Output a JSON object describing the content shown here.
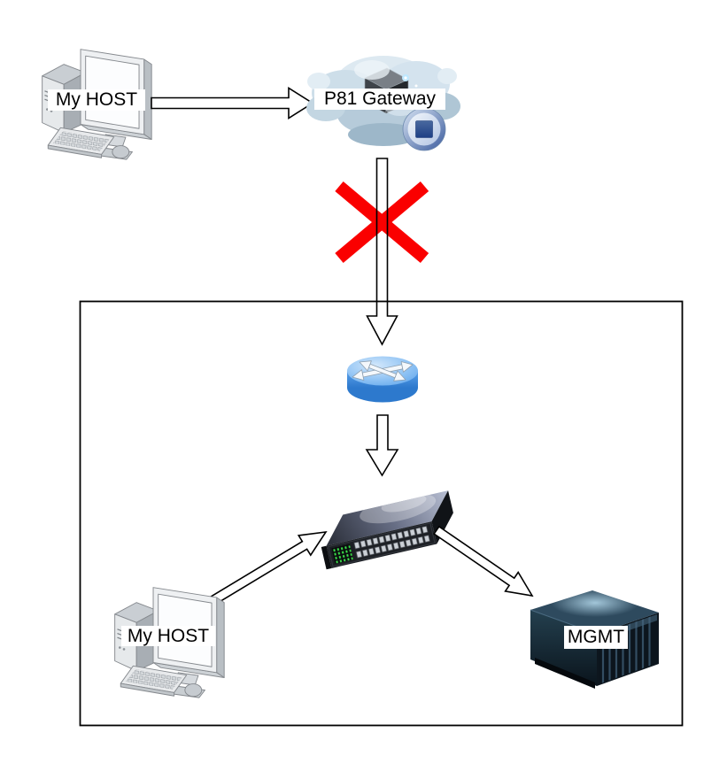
{
  "diagram": {
    "nodes": {
      "host_top": {
        "label": "My HOST",
        "type": "desktop-computer"
      },
      "gateway": {
        "label": "P81 Gateway",
        "type": "cloud-gateway"
      },
      "router": {
        "label": "",
        "type": "router"
      },
      "switch": {
        "label": "",
        "type": "switch-24-port"
      },
      "host_inner": {
        "label": "My HOST",
        "type": "desktop-computer"
      },
      "mgmt_server": {
        "label": "MGMT",
        "type": "rack-server"
      }
    },
    "zone": {
      "type": "boundary-box"
    },
    "connections": [
      {
        "from": "host_top",
        "to": "gateway",
        "status": "ok"
      },
      {
        "from": "gateway",
        "to": "router",
        "status": "blocked"
      },
      {
        "from": "router",
        "to": "switch",
        "status": "ok"
      },
      {
        "from": "host_inner",
        "to": "switch",
        "status": "ok"
      },
      {
        "from": "switch",
        "to": "mgmt_server",
        "status": "ok"
      }
    ],
    "colors": {
      "background": "#ffffff",
      "blocked_cross": "#fa0000",
      "arrow_stroke": "#000000",
      "boundary_stroke": "#000000",
      "router_blue": "#4796e8",
      "switch_led_green": "#3ae049",
      "badge_blue": "#2a4d9b"
    }
  }
}
